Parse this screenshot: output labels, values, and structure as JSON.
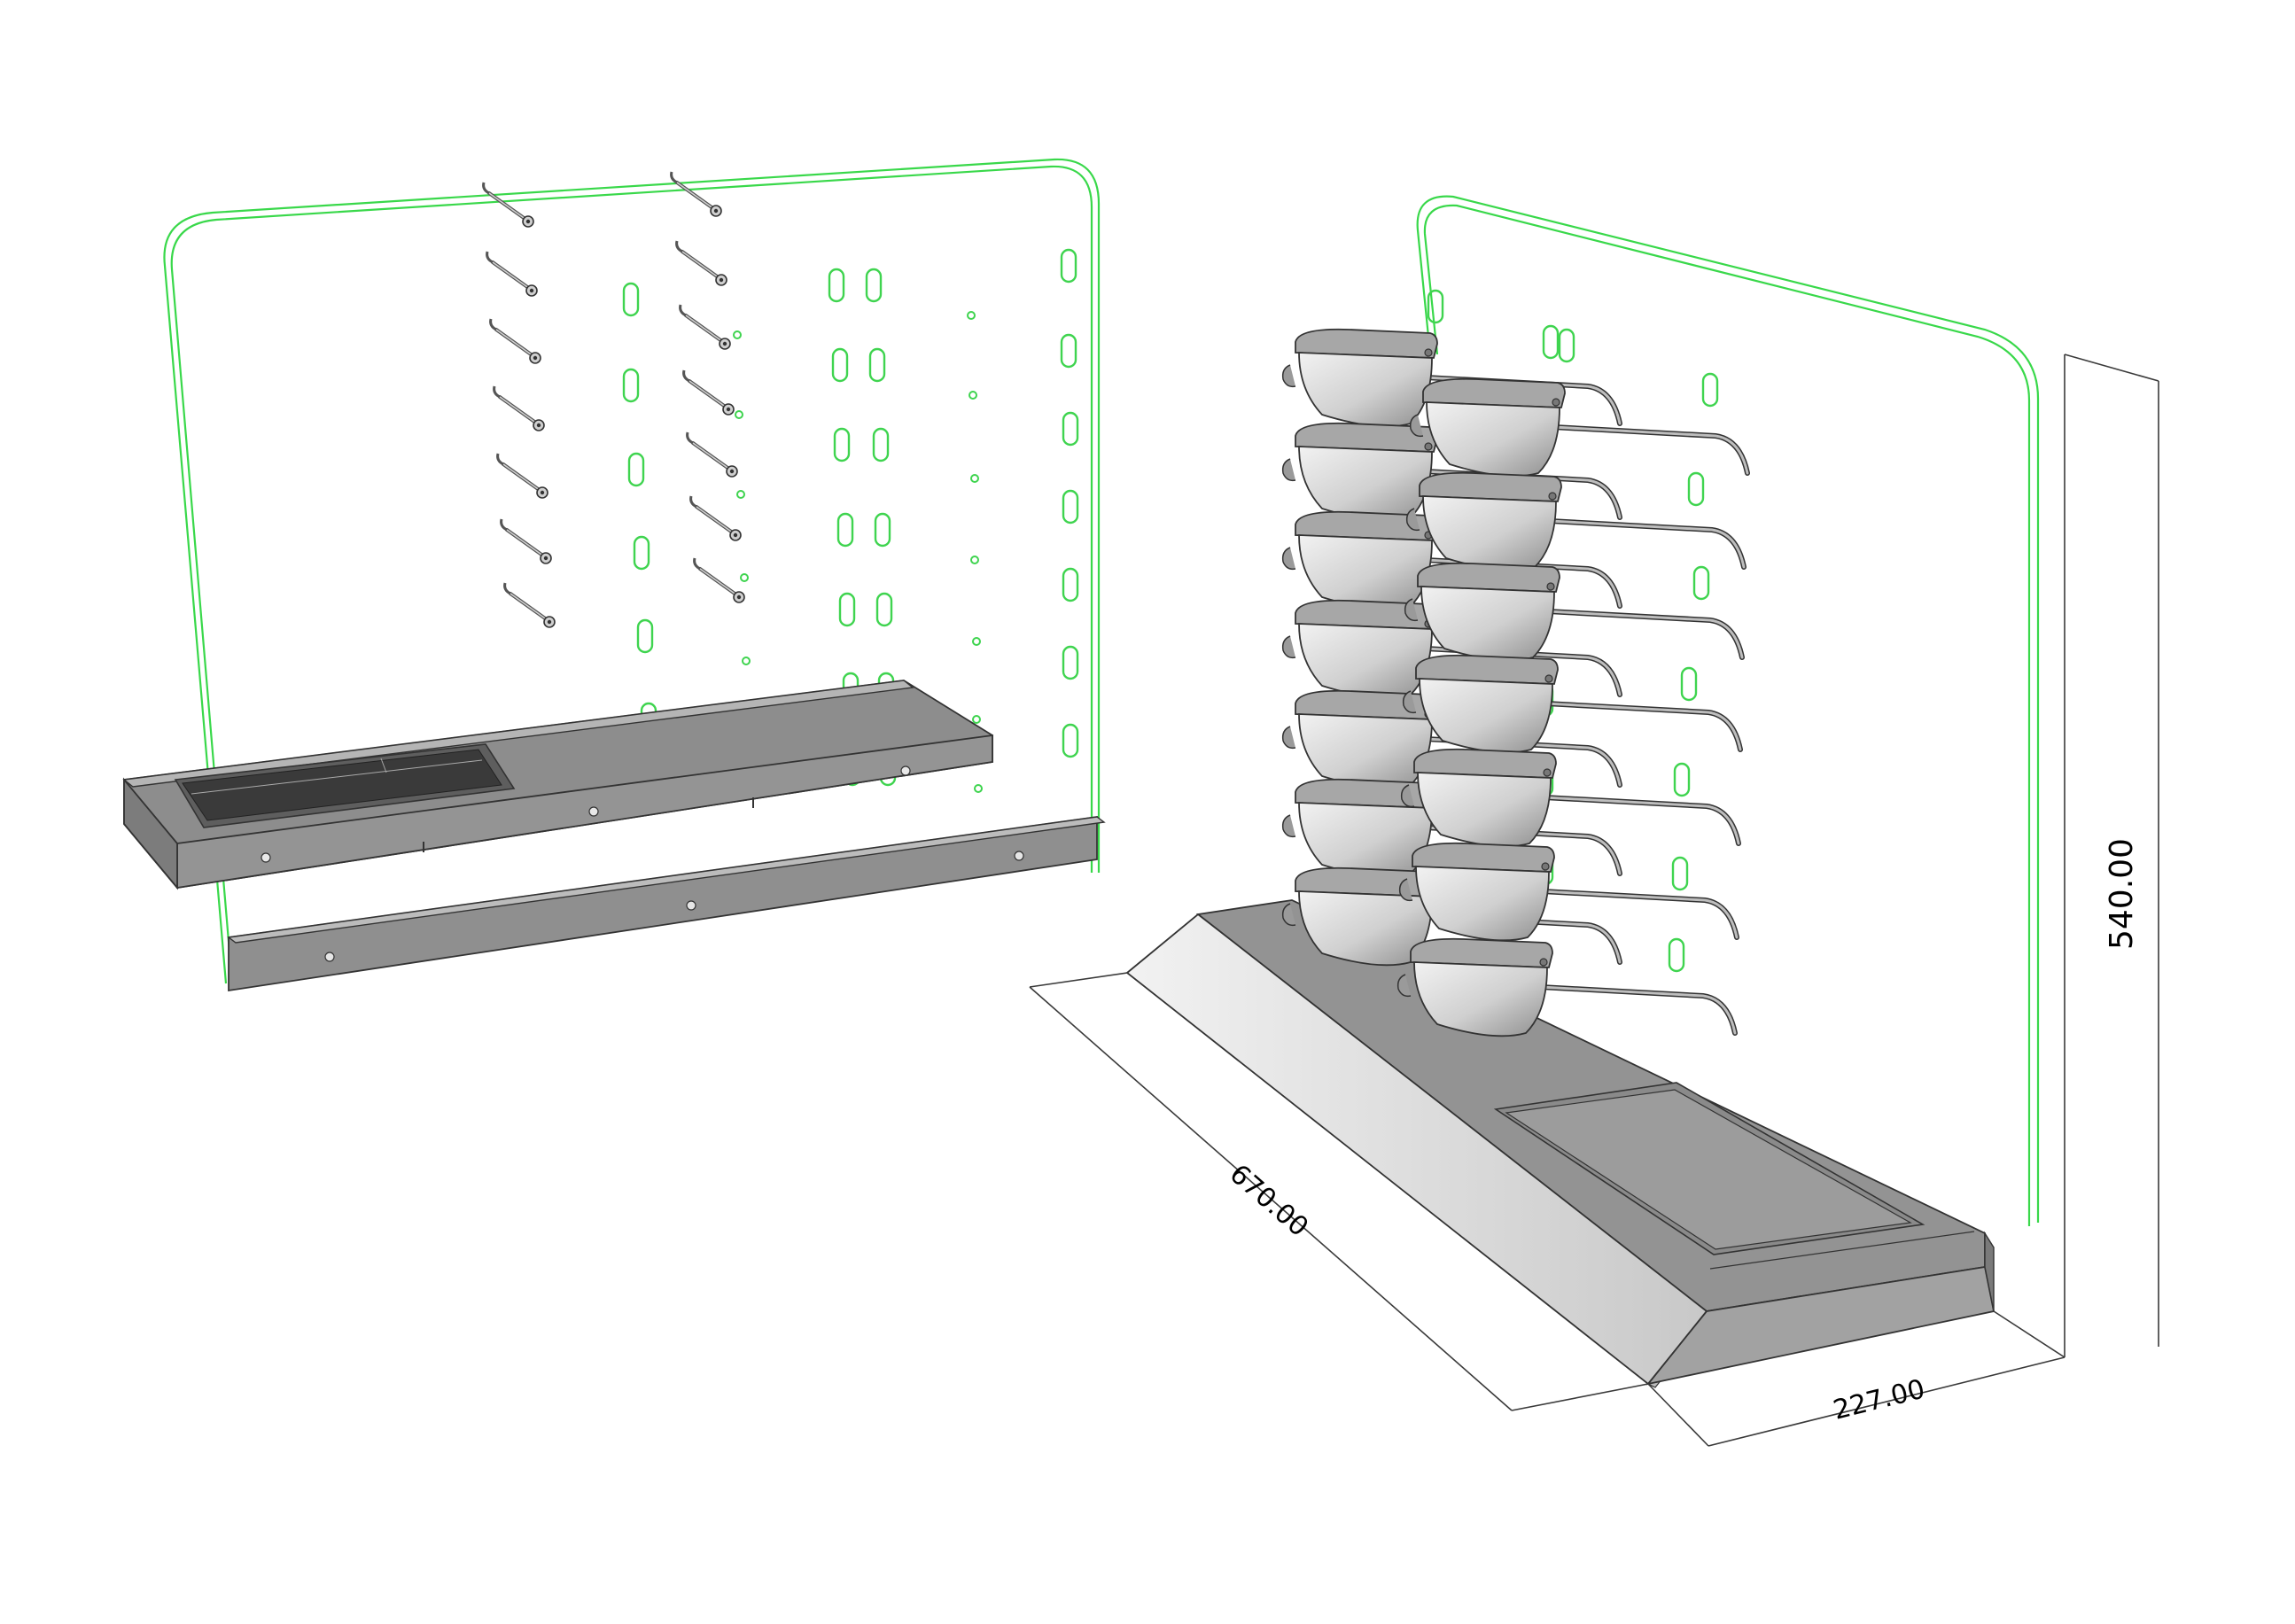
{
  "colors": {
    "acrylic_edge": "#39d84a",
    "base_top": "#9a9a9a",
    "base_side": "#8a8a8a",
    "base_light": "#d6d6d6",
    "glasses_lens": "#e4e4e4",
    "glasses_frame": "#9c9c9c",
    "outline": "#333333",
    "dimension_line": "#3a3a3a"
  },
  "dimensions": {
    "length_label": "670.00",
    "depth_label": "227.00",
    "height_label": "540.00"
  }
}
